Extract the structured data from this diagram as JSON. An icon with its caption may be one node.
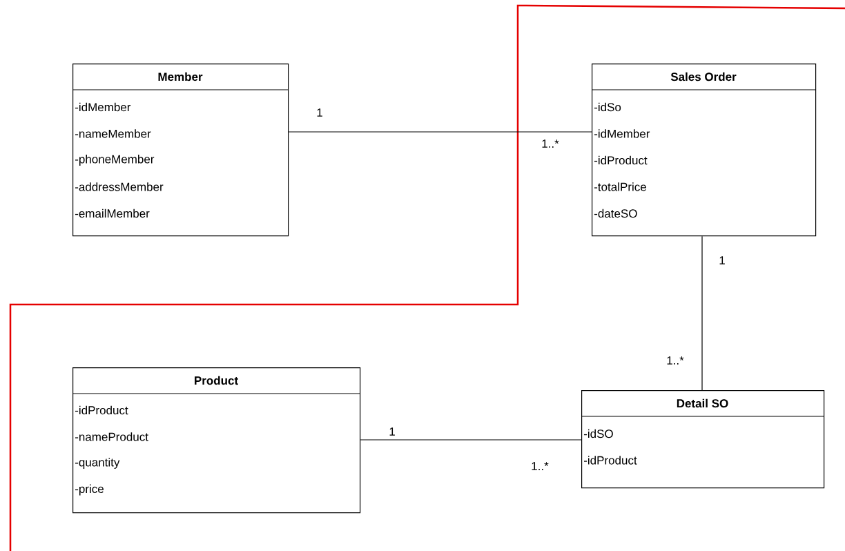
{
  "diagram": {
    "nodes": [
      {
        "text": [
          "Member",
          "-idMember",
          "-nameMember",
          "-phoneMember",
          "-addressMember",
          "-emailMember"
        ]
      },
      {
        "text": [
          "Sales Order",
          "-idSo",
          "-idMember",
          "-idProduct",
          "-totalPrice",
          "-dateSO"
        ]
      },
      {
        "text": [
          "Product",
          "-idProduct",
          "-nameProduct",
          "-quantity",
          "-price"
        ]
      },
      {
        "text": [
          "Detail SO",
          "-idSO",
          "-idProduct"
        ]
      }
    ],
    "edges": [
      {
        "from": 0,
        "to": 1,
        "arrow": "none"
      },
      {
        "from": 1,
        "to": 3,
        "arrow": "none"
      },
      {
        "from": 2,
        "to": 3,
        "arrow": "none"
      }
    ],
    "labels": [
      "1",
      "1..*",
      "1",
      "1..*",
      "1",
      "1..*"
    ]
  }
}
